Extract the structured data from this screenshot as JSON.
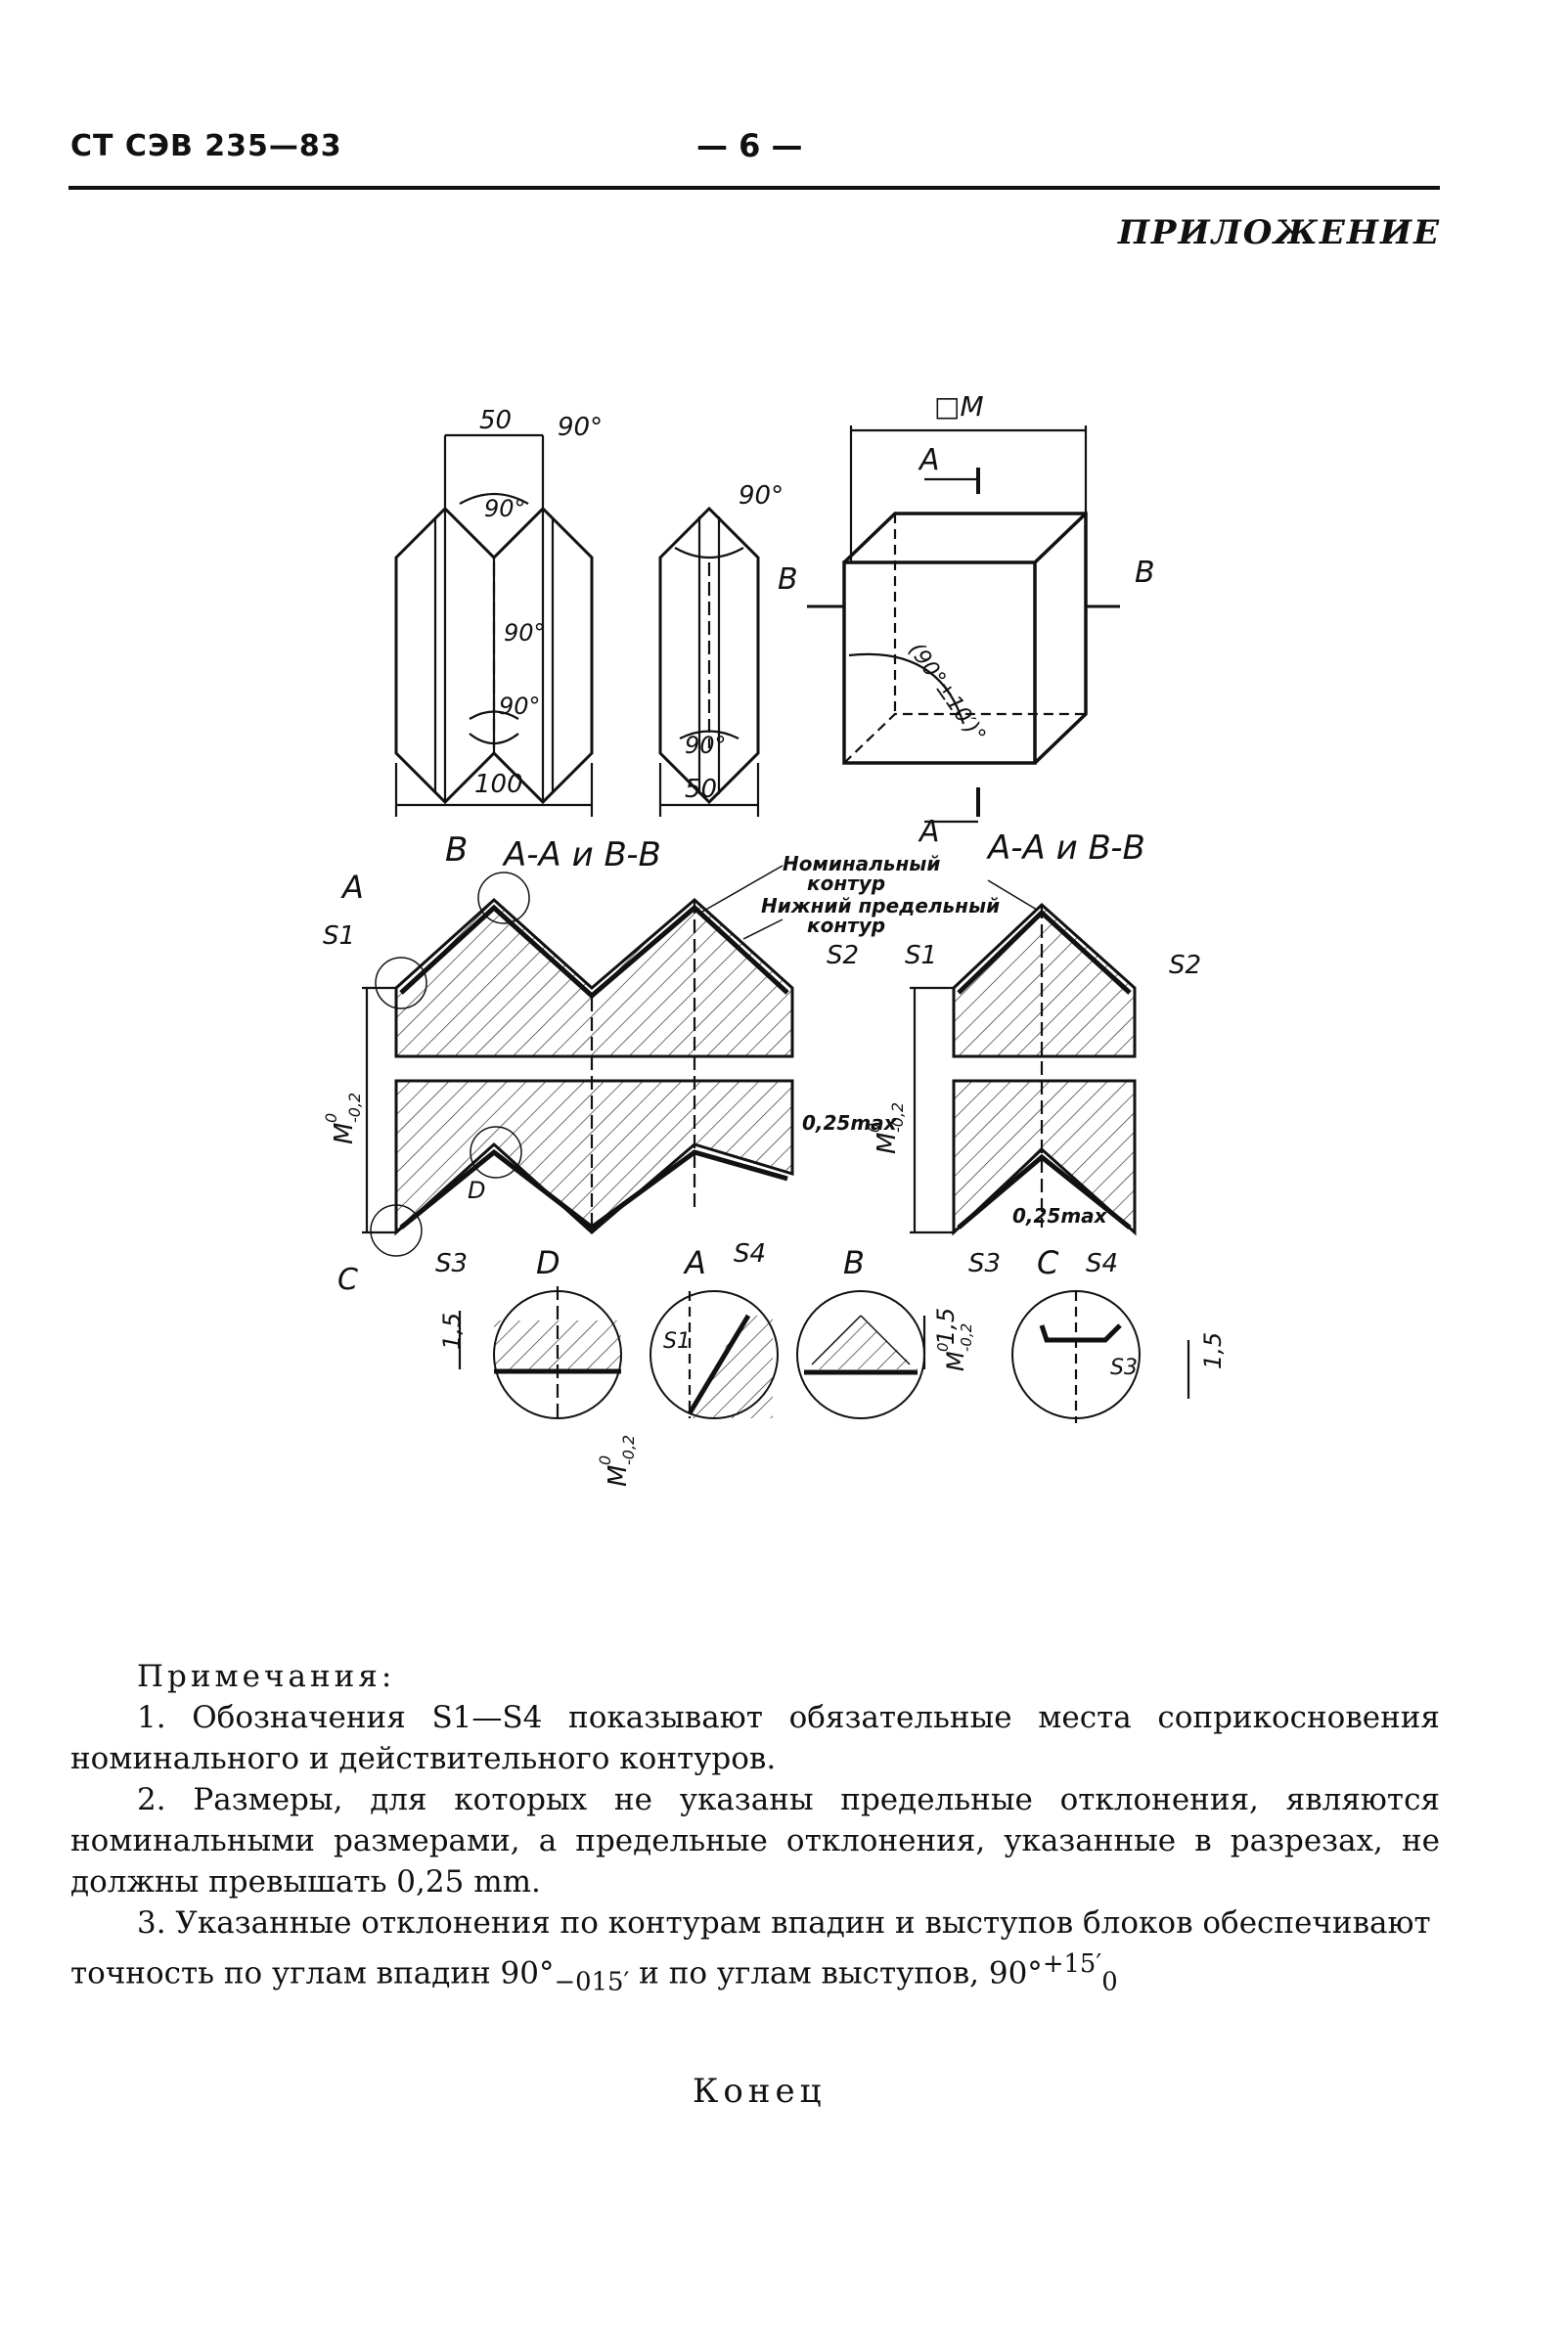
{
  "header": {
    "standard": "СТ СЭВ 235—83",
    "page": "— 6 —"
  },
  "appendix_title": "ПРИЛОЖЕНИЕ",
  "drawing": {
    "dim_50_top": "50",
    "angle_90": "90°",
    "dim_100": "100",
    "dim_50_bottom": "50",
    "dim_square_m": "□M",
    "angle_cube": "(90°±10′)°",
    "cut_a": "A",
    "cut_b": "B",
    "section_b": "B",
    "section_title": "A-A и B-B",
    "detail_a": "A",
    "s1": "S1",
    "s2": "S2",
    "s3": "S3",
    "s4": "S4",
    "detail_c": "C",
    "detail_d": "D",
    "tol_m": "M",
    "tol_m_sup": "0",
    "tol_m_sub": "-0,2",
    "max_025": "0,25max",
    "nominal_label_1": "Номинальный",
    "nominal_label_2": "контур",
    "lower_label_1": "Нижний предельный",
    "lower_label_2": "контур",
    "dim_15": "1,5"
  },
  "notes": {
    "title": "Примечания:",
    "note1": "1. Обозначения S1—S4 показывают обязательные места соприкосновения номинального и действительного контуров.",
    "note2": "2. Размеры, для которых не указаны предельные отклонения, являются номинальными размерами, а предельные отклонения, указанные в разрезах, не должны превышать 0,25 mm.",
    "note3_part1": "3. Указанные отклонения по контурам впадин и выступов блоков обеспечивают точность по углам впадин 90°",
    "note3_sub": "−015′",
    "note3_part2": "и по углам выступов, 90°",
    "note3_sup": "+15′",
    "note3_sub2": "0"
  },
  "end_label": "Конец"
}
